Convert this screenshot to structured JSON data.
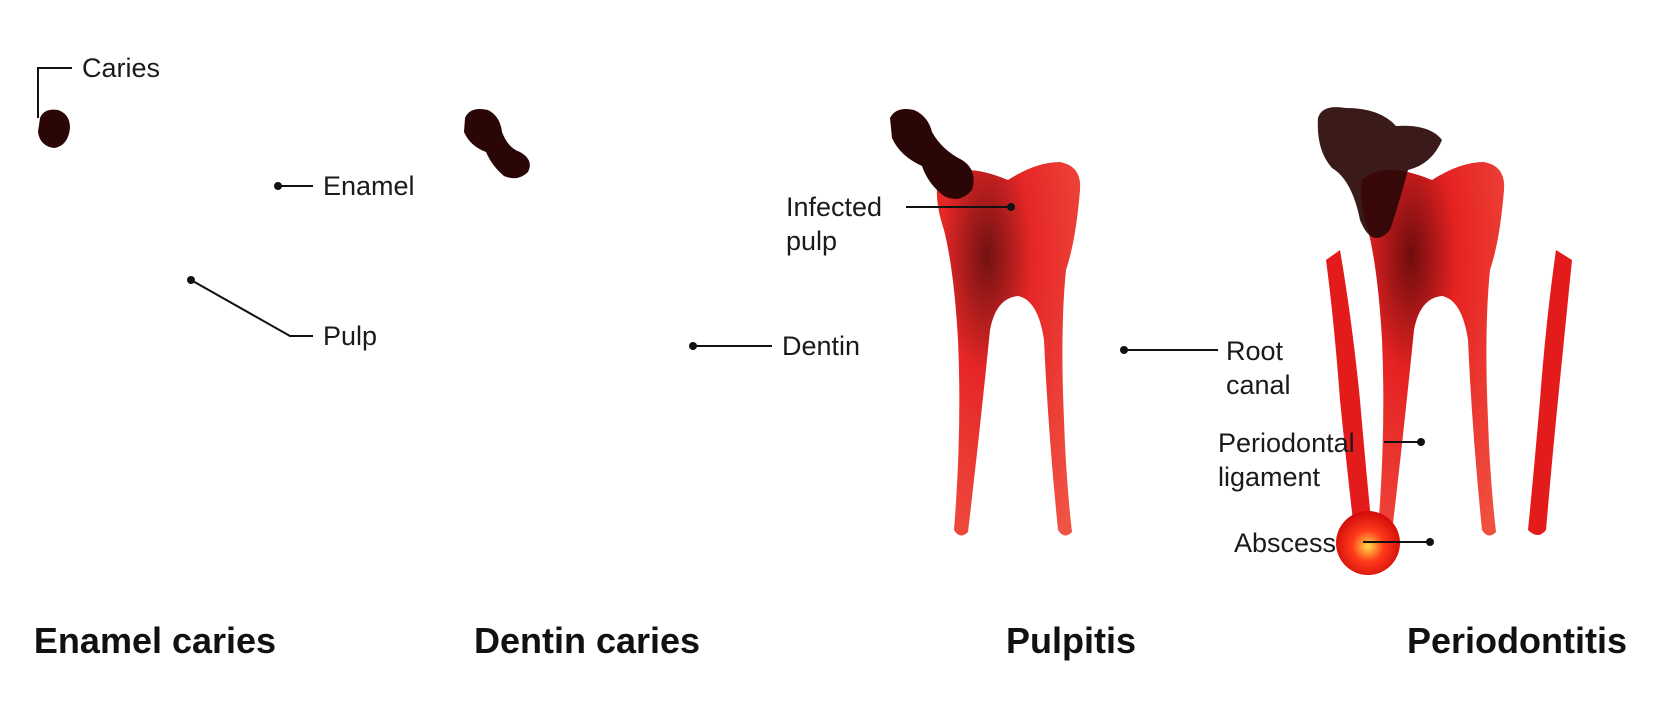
{
  "stages": [
    {
      "title": "Enamel caries"
    },
    {
      "title": "Dentin caries"
    },
    {
      "title": "Pulpitis"
    },
    {
      "title": "Periodontitis"
    }
  ],
  "labels": {
    "caries": "Caries",
    "enamel": "Enamel",
    "pulp": "Pulp",
    "dentin": "Dentin",
    "infected_pulp_1": "Infected",
    "infected_pulp_2": "pulp",
    "root_canal_1": "Root",
    "root_canal_2": "canal",
    "periodontal_ligament_1": "Periodontal",
    "periodontal_ligament_2": "ligament",
    "abscess": "Abscess"
  },
  "colors": {
    "bone": "#fbe9a2",
    "bone_spot": "#f2b632",
    "gum": "#f6b6b0",
    "enamel": "#ffffff",
    "dentin": "#d9d3bd",
    "pulp": "#f29a9a",
    "infection": "#e41b1b",
    "caries": "#2a0606"
  }
}
